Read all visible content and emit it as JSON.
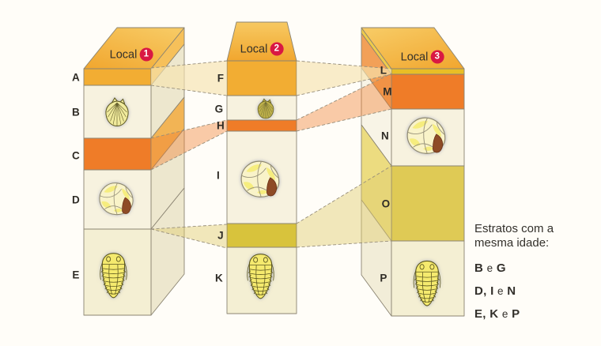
{
  "columns": [
    {
      "site_label": "Local",
      "site_number": "1",
      "layers": [
        {
          "label": "A",
          "color_key": "amber",
          "fossil": null
        },
        {
          "label": "B",
          "color_key": "cream",
          "fossil": "scallop-icon"
        },
        {
          "label": "C",
          "color_key": "orange",
          "fossil": null
        },
        {
          "label": "D",
          "color_key": "cream",
          "fossil": "ammonite-icon"
        },
        {
          "label": "E",
          "color_key": "cream2",
          "fossil": "trilobite-icon"
        }
      ]
    },
    {
      "site_label": "Local",
      "site_number": "2",
      "layers": [
        {
          "label": "F",
          "color_key": "amber",
          "fossil": null
        },
        {
          "label": "G",
          "color_key": "cream",
          "fossil": "scallop-icon"
        },
        {
          "label": "H",
          "color_key": "orange",
          "fossil": null
        },
        {
          "label": "I",
          "color_key": "cream",
          "fossil": "ammonite-icon"
        },
        {
          "label": "J",
          "color_key": "olive",
          "fossil": null
        },
        {
          "label": "K",
          "color_key": "cream2",
          "fossil": "trilobite-icon"
        }
      ]
    },
    {
      "site_label": "Local",
      "site_number": "3",
      "layers": [
        {
          "label": "L",
          "color_key": "gold",
          "fossil": null
        },
        {
          "label": "M",
          "color_key": "orange",
          "fossil": null
        },
        {
          "label": "N",
          "color_key": "cream",
          "fossil": "ammonite-icon"
        },
        {
          "label": "O",
          "color_key": "khaki",
          "fossil": null
        },
        {
          "label": "P",
          "color_key": "cream2",
          "fossil": "trilobite-icon"
        }
      ]
    }
  ],
  "legend": {
    "heading": "Estratos com a mesma idade:",
    "entries": [
      {
        "left": "B",
        "conj": "e",
        "right": "G"
      },
      {
        "left": "D, I",
        "conj": "e",
        "right": "N"
      },
      {
        "left": "E, K",
        "conj": "e",
        "right": "P"
      }
    ]
  },
  "correlations": [
    {
      "links": "A-F-L",
      "color_key": "band-cream"
    },
    {
      "links": "C-H-M",
      "color_key": "band-orange"
    },
    {
      "links": "D/E boundary-J-O",
      "color_key": "band-yellow"
    }
  ],
  "icons": {
    "scallop-icon": "svg:#sym-scallop (fan shell fossil)",
    "ammonite-icon": "svg:#sym-ammonite (coiled shell fossil)",
    "trilobite-icon": "svg:#sym-trilobite (trilobite fossil)"
  },
  "colors": {
    "background": "#FFFDF8",
    "amber": "#F2AD33",
    "amber-top1": "#F1A62E",
    "amber-top2": "#F7C962",
    "cream": "#F7F2DF",
    "cream2": "#F4EFD3",
    "orange": "#EF7C28",
    "olive": "#D8C33C",
    "khaki": "#DFCA55",
    "gold": "#E9BE25",
    "side-amber": "#F6C05A",
    "side-cream": "#EDE7CE",
    "side-orange": "#F2B455",
    "side-cream3": "#F8F4E6",
    "side-khaki": "#ECDC80",
    "side-orange3": "#F2A058",
    "side-gold3": "#EFCB4A",
    "side-cream3b": "#F2EDD8",
    "band-cream": "rgba(246,228,175,0.65)",
    "band-orange": "rgba(240,125,45,0.40)",
    "band-yellow": "rgba(225,205,110,0.45)",
    "line": "#8B8472",
    "dash": "#978E7B",
    "label-text": "#2F2C26",
    "site-text": "#33302B",
    "legend-text": "#33302B",
    "badge-red": "#D91843",
    "badge-text": "#FFFFFF",
    "shell-fill": "#F0EA9C",
    "shell-dark": "#BDB04A",
    "amm-cream": "#F9F3C9",
    "amm-yellow": "#F5EC7A",
    "amm-brown": "#8E4B26",
    "tri-fill": "#F5EA6E",
    "fossil-stroke": "#5C5720"
  }
}
